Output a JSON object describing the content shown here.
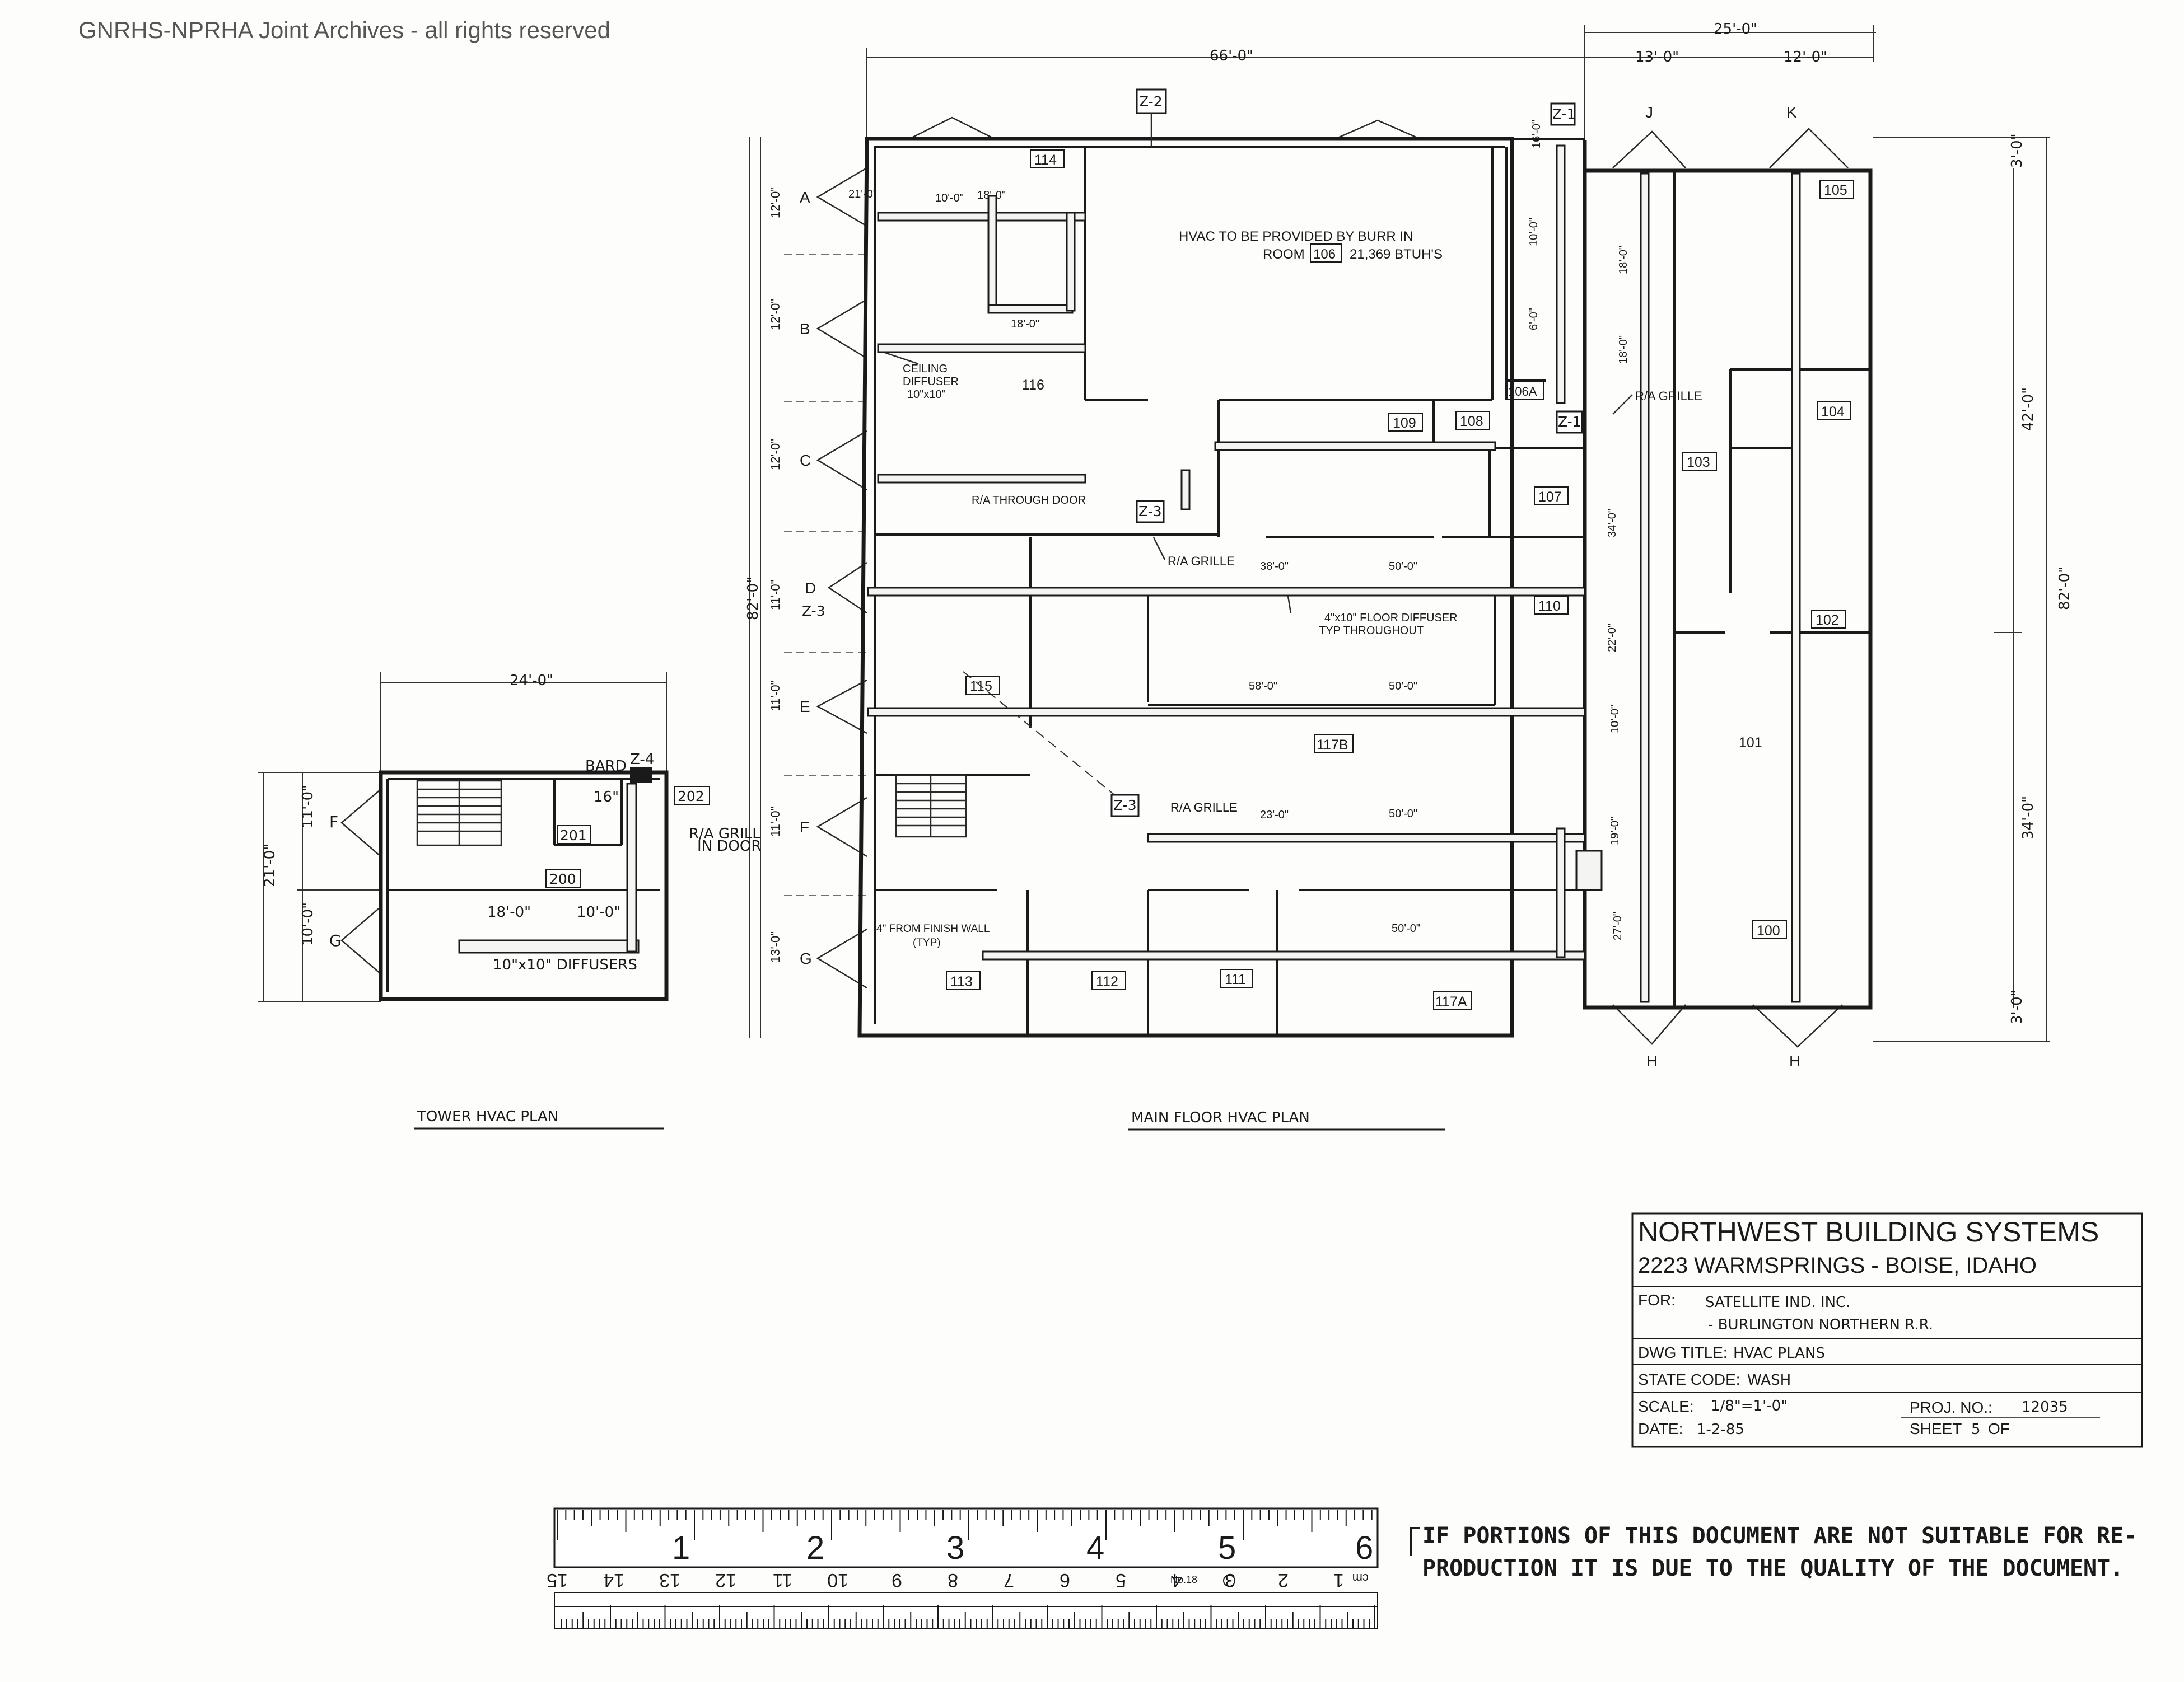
{
  "watermark": "GNRHS-NPRHA Joint Archives - all rights reserved",
  "main_plan": {
    "title": "MAIN FLOOR HVAC PLAN",
    "dims": {
      "top_left": "66'-0\"",
      "top_right": "25'-0\"",
      "top_right_a": "13'-0\"",
      "top_right_b": "12'-0\"",
      "overall_height": "82'-0\"",
      "right_overall": "82'-0\"",
      "right_upper": "42'-0\"",
      "right_lower": "34'-0\"",
      "right_top": "3'-0\"",
      "right_bottom": "3'-0\"",
      "row_a": "12'-0\"",
      "row_b": "12'-0\"",
      "row_c": "12'-0\"",
      "row_d": "11'-0\"",
      "row_e": "11'-0\"",
      "row_f": "11'-0\"",
      "row_g": "13'-0\""
    },
    "grid_labels": [
      "A",
      "B",
      "C",
      "D",
      "E",
      "F",
      "G",
      "J",
      "K",
      "H",
      "H"
    ],
    "zones": [
      "Z-2",
      "Z-1",
      "Z-1",
      "Z-3",
      "Z-3",
      "Z-3"
    ],
    "rooms": [
      "114",
      "116",
      "109",
      "108",
      "107",
      "106A",
      "110",
      "115",
      "117B",
      "113",
      "112",
      "111",
      "117A",
      "105",
      "104",
      "103",
      "102",
      "101",
      "100"
    ],
    "notes": {
      "hvac_by_others": "HVAC TO BE PROVIDED BY BURR IN",
      "hvac_room_prefix": "ROOM",
      "hvac_room": "106",
      "hvac_btu": "21,369 BTUH'S",
      "ceiling_diffuser_1": "CEILING",
      "ceiling_diffuser_2": "DIFFUSER",
      "ceiling_diffuser_3": "10\"x10\"",
      "ra_through_door": "R/A THROUGH DOOR",
      "ra_grille_1": "R/A GRILLE",
      "ra_grille_2": "R/A GRILLE",
      "ra_grille_3": "R/A GRILLE",
      "floor_diffuser_1": "4\"x10\" FLOOR DIFFUSER",
      "floor_diffuser_2": "TYP THROUGHOUT",
      "finish_wall_1": "4\" FROM FINISH WALL",
      "finish_wall_2": "(TYP)"
    },
    "duct_lengths": [
      "21'-0\"",
      "10'-0\"",
      "18'-0\"",
      "18'-0\"",
      "38'-0\"",
      "50'-0\"",
      "58'-0\"",
      "50'-0\"",
      "50'-0\"",
      "50'-0\"",
      "23'-0\"",
      "16'-0\"",
      "10'-0\"",
      "6'-0\"",
      "18'-0\"",
      "18'-0\"",
      "34'-0\"",
      "22'-0\"",
      "10'-0\"",
      "19'-0\"",
      "27'-0\""
    ]
  },
  "tower_plan": {
    "title": "TOWER HVAC PLAN",
    "dims": {
      "width": "24'-0\"",
      "height": "21'-0\"",
      "upper": "11'-0\"",
      "lower": "10'-0\""
    },
    "grid_labels": [
      "F",
      "G"
    ],
    "zone": "Z-4",
    "rooms": [
      "200",
      "201",
      "202"
    ],
    "notes": {
      "bard": "BARD",
      "ra_grill_1": "R/A GRILL",
      "ra_grill_2": "IN DOOR",
      "diffusers": "10\"x10\" DIFFUSERS",
      "len_18": "18'-0\"",
      "len_10": "10'-0\"",
      "len_16": "16\""
    }
  },
  "title_block": {
    "company": "NORTHWEST BUILDING SYSTEMS",
    "address": "2223 WARMSPRINGS - BOISE, IDAHO",
    "for_label": "FOR:",
    "for_line1": "SATELLITE IND. INC.",
    "for_line2": "- BURLINGTON NORTHERN R.R.",
    "dwg_title_label": "DWG TITLE:",
    "dwg_title": "HVAC PLANS",
    "state_code_label": "STATE CODE:",
    "state_code": "WASH",
    "scale_label": "SCALE:",
    "scale": "1/8\"=1'-0\"",
    "proj_label": "PROJ. NO.:",
    "proj_no": "12035",
    "date_label": "DATE:",
    "date": "1-2-85",
    "sheet_label": "SHEET",
    "sheet": "5",
    "sheet_of": "OF"
  },
  "ruler": {
    "inches": [
      "1",
      "2",
      "3",
      "4",
      "5",
      "6"
    ],
    "cm": [
      "1",
      "2",
      "3",
      "4",
      "5",
      "6",
      "7",
      "8",
      "9",
      "10",
      "11",
      "12",
      "13",
      "14",
      "15"
    ],
    "cm_unit": "cm",
    "maker": "No.18"
  },
  "stamp": {
    "line1": "IF PORTIONS OF THIS DOCUMENT ARE NOT SUITABLE FOR RE-",
    "line2": "PRODUCTION IT IS DUE TO THE QUALITY OF THE DOCUMENT."
  }
}
